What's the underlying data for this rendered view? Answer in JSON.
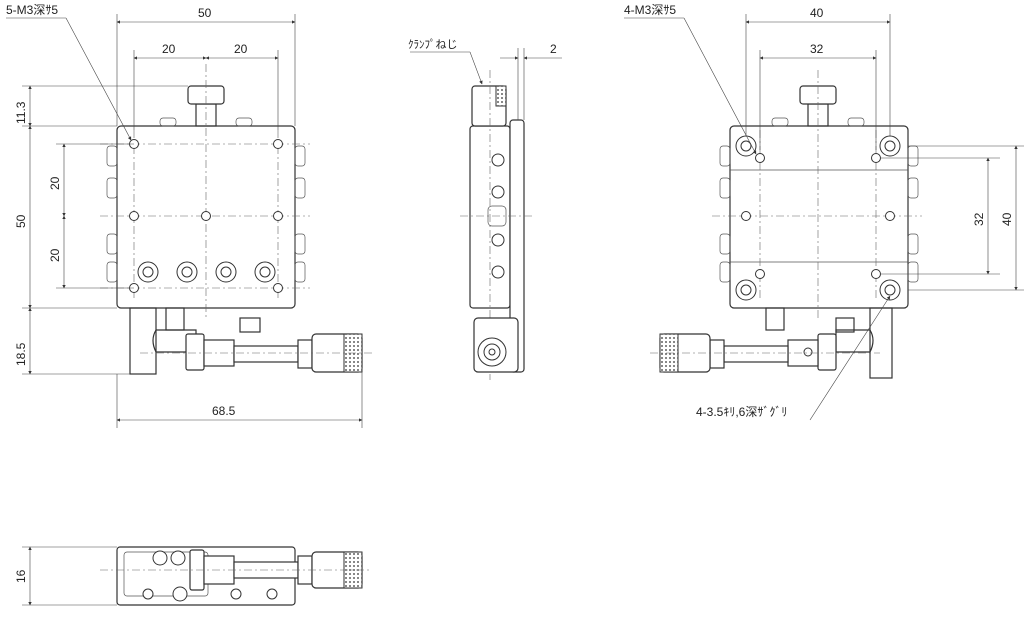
{
  "drawing": {
    "front_view": {
      "callout_tapped_holes": "5-M3深ｻ5",
      "dim_overall_width": "50",
      "dim_hole_pitch_left": "20",
      "dim_hole_pitch_right": "20",
      "dim_top_offset": "11.3",
      "dim_overall_height": "50",
      "dim_vertical_pitch_upper": "20",
      "dim_vertical_pitch_lower": "20",
      "dim_bottom_extension": "18.5",
      "dim_overall_length": "68.5"
    },
    "side_view": {
      "callout_clamp_screw": "ｸﾗﾝﾌﾟねじ",
      "dim_clamp_offset": "2"
    },
    "rear_view": {
      "callout_tapped_holes": "4-M3深ｻ5",
      "dim_overall_width": "40",
      "dim_hole_pitch": "32",
      "dim_right_pitch": "32",
      "dim_right_height": "40",
      "callout_counterbore": "4-3.5ｷﾘ,6深ｻﾞｸﾞﾘ"
    },
    "bottom_view": {
      "dim_thickness": "16"
    }
  },
  "colors": {
    "line": "#333333",
    "background": "#ffffff"
  }
}
